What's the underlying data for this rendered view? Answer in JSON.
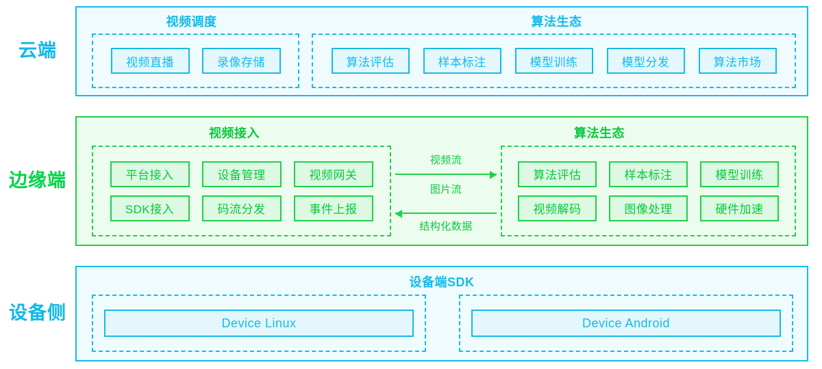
{
  "colors": {
    "cyan_stroke": "#14bbe8",
    "cyan_fill": "#e4f7fd",
    "cyan_panel_fill": "#f0fbfe",
    "green_stroke": "#1fd148",
    "green_text": "#08c93c",
    "green_fill": "#ddf8e3",
    "green_panel_fill": "#ecfcef"
  },
  "layers": {
    "cloud": {
      "side_label": "云端",
      "groups": [
        {
          "title": "视频调度",
          "items": [
            "视频直播",
            "录像存储"
          ]
        },
        {
          "title": "算法生态",
          "items": [
            "算法评估",
            "样本标注",
            "模型训练",
            "模型分发",
            "算法市场"
          ]
        }
      ]
    },
    "edge": {
      "side_label": "边缘端",
      "groups": [
        {
          "title": "视频接入",
          "rows": [
            [
              "平台接入",
              "设备管理",
              "视频网关"
            ],
            [
              "SDK接入",
              "码流分发",
              "事件上报"
            ]
          ]
        },
        {
          "title": "算法生态",
          "rows": [
            [
              "算法评估",
              "样本标注",
              "模型训练"
            ],
            [
              "视频解码",
              "图像处理",
              "硬件加速"
            ]
          ]
        }
      ],
      "arrows": [
        {
          "direction": "right",
          "label_above": "视频流",
          "label_below": "图片流"
        },
        {
          "direction": "left",
          "label_below": "结构化数据"
        }
      ]
    },
    "device": {
      "side_label": "设备侧",
      "title": "设备端SDK",
      "groups": [
        {
          "item": "Device Linux"
        },
        {
          "item": "Device Android"
        }
      ]
    }
  }
}
